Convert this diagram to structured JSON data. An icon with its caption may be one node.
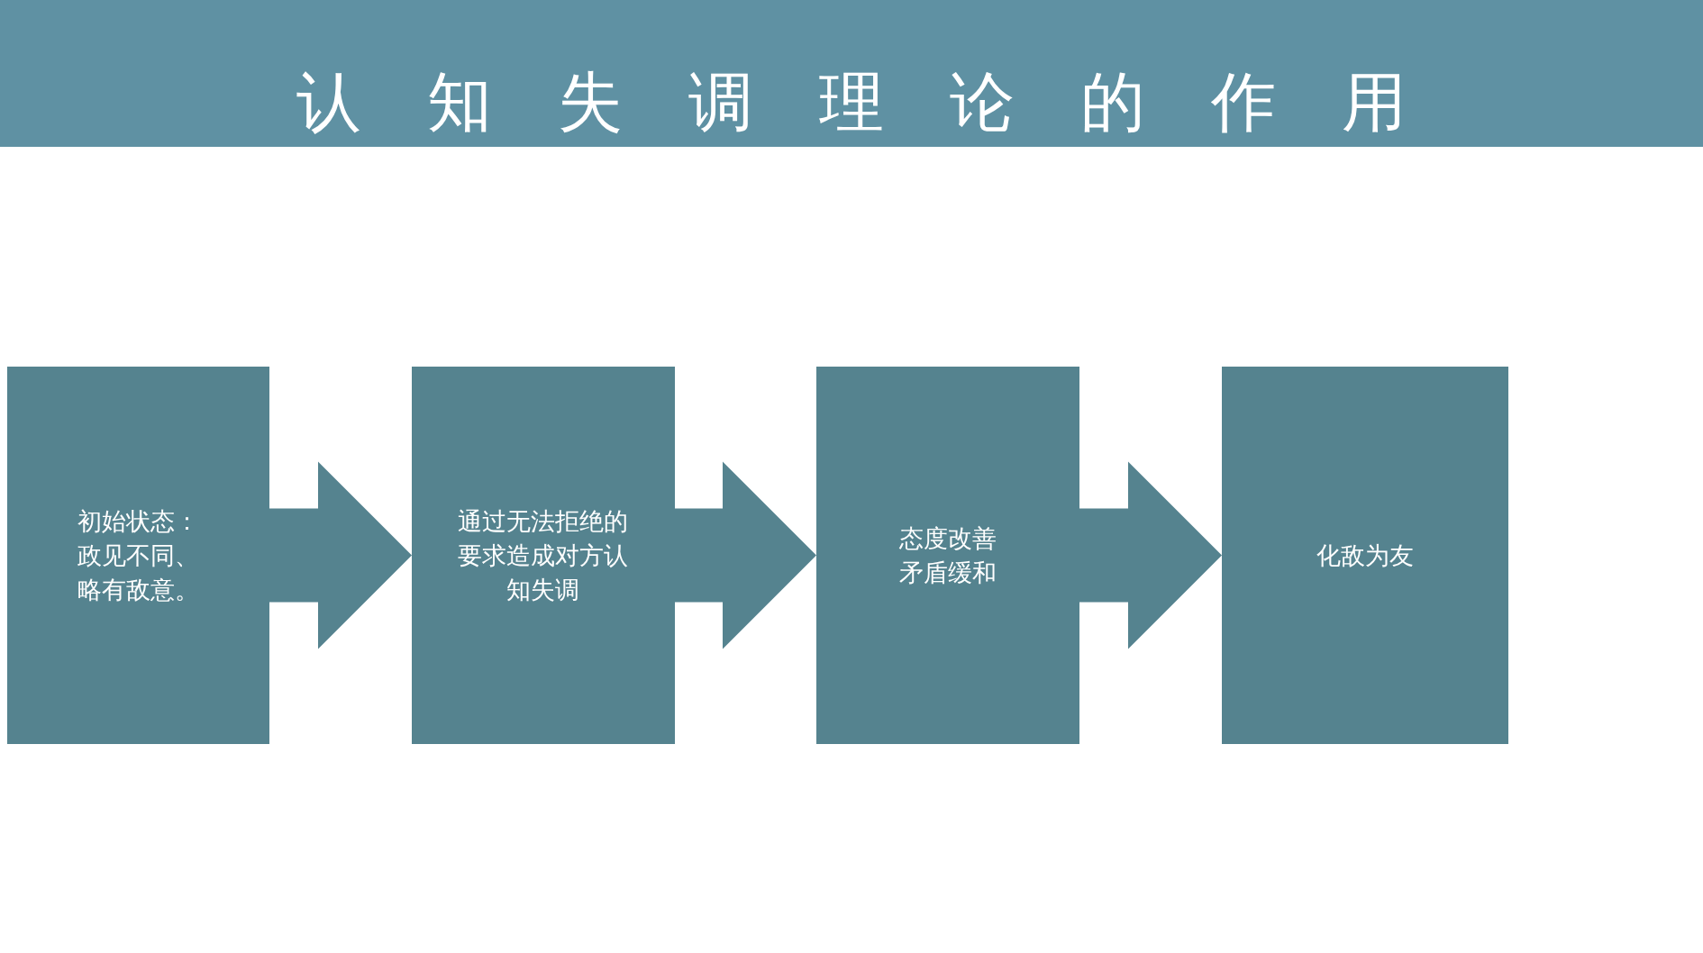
{
  "diagram": {
    "title": "认知失调理论的作用",
    "nodes": [
      {
        "text": [
          "初始状态：政见不同、略有敌意。"
        ]
      },
      {
        "text": [
          "通过无法拒绝的要求造成对方认知失调"
        ]
      },
      {
        "text": [
          "态度改善矛盾缓和"
        ]
      },
      {
        "text": [
          "化敌为友"
        ]
      }
    ],
    "edges": [
      {
        "from": 0,
        "to": 1,
        "arrow": "to"
      },
      {
        "from": 1,
        "to": 2,
        "arrow": "to"
      },
      {
        "from": 2,
        "to": 3,
        "arrow": "to"
      }
    ]
  }
}
